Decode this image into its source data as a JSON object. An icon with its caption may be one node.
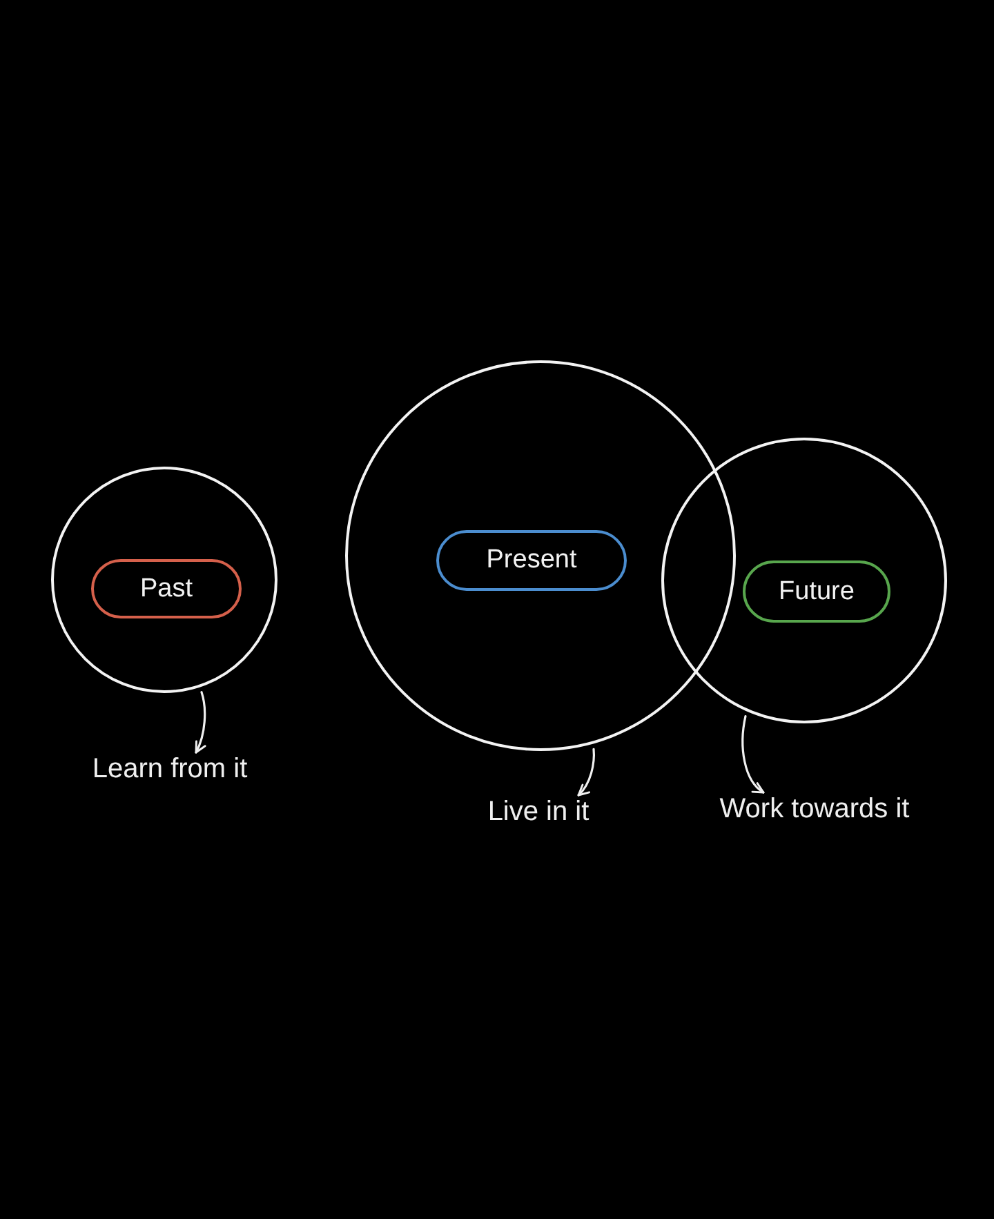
{
  "diagram": {
    "nodes": [
      {
        "text": [],
        "shape": "circle"
      },
      {
        "text": [
          "Past"
        ],
        "in": 0
      },
      {
        "text": [],
        "shape": "circle"
      },
      {
        "text": [
          "Present"
        ],
        "in": 2
      },
      {
        "text": [],
        "shape": "circle"
      },
      {
        "text": [
          "Future"
        ],
        "in": 4
      },
      {
        "text": [
          "Learn from it"
        ]
      },
      {
        "text": [
          "Live in it"
        ]
      },
      {
        "text": [
          "Work towards it"
        ]
      }
    ],
    "edges": [
      {
        "from": 0,
        "to": 6,
        "arrow": "to"
      },
      {
        "from": 2,
        "to": 7,
        "arrow": "to"
      },
      {
        "from": 4,
        "to": 8,
        "arrow": "to"
      }
    ]
  }
}
